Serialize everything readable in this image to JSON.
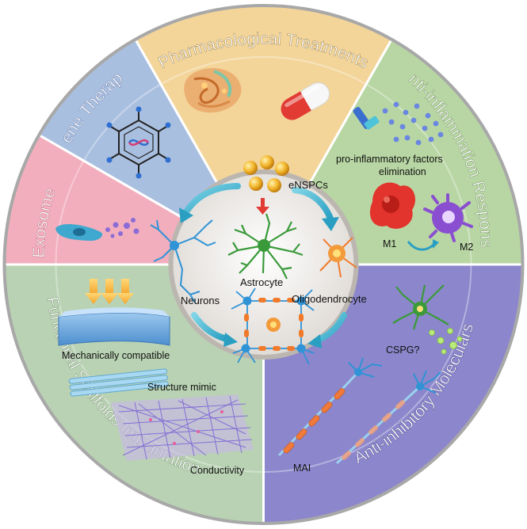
{
  "ring_labels": {
    "pharmacological": "Pharmacological Treatments",
    "gene_therapy": "Gene Therapy",
    "anti_inflammation": "Anti-inflammation Response",
    "exosome": "Exosome",
    "functional_scaffolds": "Functional Scaffolds Implantation",
    "anti_inhibitory": "Anti-inhibitory Moleculars"
  },
  "center": {
    "stem_cells": "eNSPCs",
    "astrocyte": "Astrocyte",
    "neurons": "Neurons",
    "oligodendrocyte": "Oligodendrocyte"
  },
  "anti_inflammation": {
    "factors_line1": "pro-inflammatory factors",
    "factors_line2": "elimination",
    "m1": "M1",
    "m2": "M2"
  },
  "anti_inhibitory": {
    "cspg": "CSPG?",
    "mai": "MAI"
  },
  "scaffolds": {
    "mechanical": "Mechanically compatible",
    "structure": "Structure mimic",
    "conductivity": "Conductivity"
  },
  "colors": {
    "pharmacological": "#f3d59a",
    "gene_therapy": "#a9bfe0",
    "anti_inflammation": "#b8d6a3",
    "exosome": "#f2aebd",
    "functional_scaffolds": "#b9d2b3",
    "anti_inhibitory": "#8c86cc",
    "center": "#eeeae6"
  }
}
